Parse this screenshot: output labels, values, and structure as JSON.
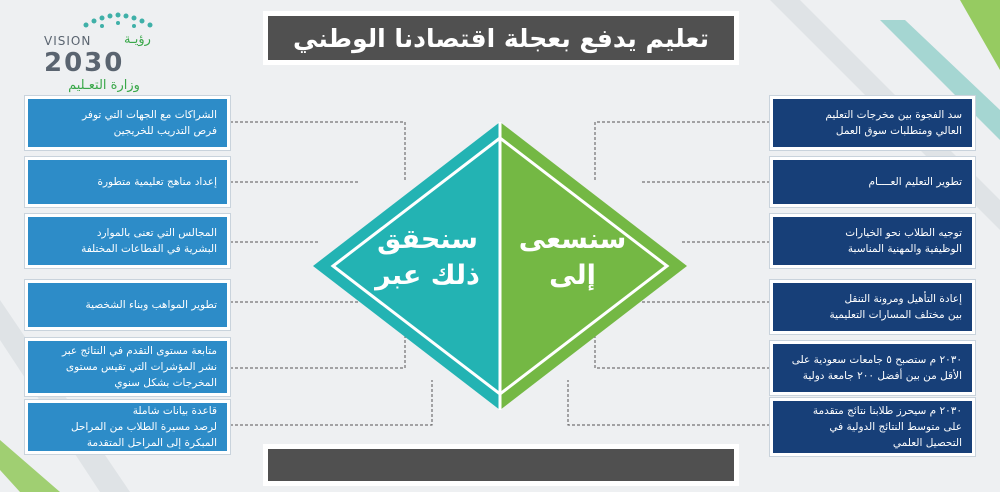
{
  "logo": {
    "vision_label": "VISION",
    "vision_arabic": "رؤيـة",
    "year": "2030",
    "ministry": "وزارة التعـليم"
  },
  "title": "تعليم يدفع بعجلة اقتصادنا الوطني",
  "center": {
    "left_text": "سنحقق\nذلك عبر",
    "right_text": "سنسعى\nإلى"
  },
  "left_items": [
    "الشراكات مع الجهات التي توفر\nفرص التدريب للخريجين",
    "إعداد مناهج تعليمية متطورة",
    "المجالس التي تعنى بالموارد\nالبشرية في القطاعات المختلفة",
    "تطوير المواهب وبناء الشخصية",
    "متابعة مستوى التقدم في النتائج عبر\nنشر المؤشرات التي تقيس مستوى\nالمخرجات بشكل سنوي",
    "قاعدة بيانات شاملة\nلرصد مسيرة الطلاب من المراحل\nالمبكرة إلى المراحل المتقدمة"
  ],
  "right_items": [
    "سد الفجوة بين مخرجات التعليم\nالعالي ومتطلبات سوق العمل",
    "تطوير التعليم العــــام",
    "توجيه الطلاب نحو الخيارات\nالوظيفية والمهنية المناسبة",
    "إعادة التأهيل ومرونة التنقل\nبين مختلف المسارات التعليمية",
    "٢٠٣٠ م ستصبح ٥ جامعات سعودية على\nالأقل من بين أفضل ٢٠٠ جامعة دولية",
    "٢٠٣٠ م سيحرز طلابنا نتائج متقدمة\nعلى متوسط النتائج الدولية في\nالتحصيل العلمي"
  ],
  "colors": {
    "teal": "#23b3b3",
    "green": "#74b844",
    "left_box": "#2d8cc8",
    "right_box": "#173f78",
    "title_bg": "#505050"
  }
}
